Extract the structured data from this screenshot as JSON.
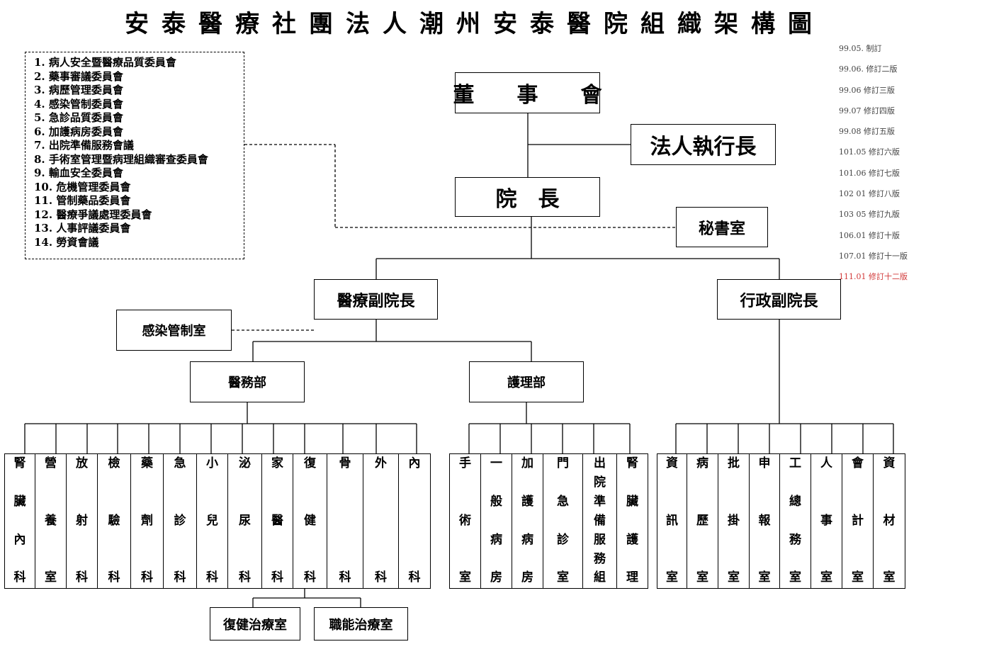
{
  "title": "安泰醫療社團法人潮州安泰醫院組織架構圖",
  "board": "董　　事　　會",
  "ceo": "法人執行長",
  "president": "院　長",
  "secretariat": "秘書室",
  "medical_vp": "醫療副院長",
  "admin_vp": "行政副院長",
  "infection_office": "感染管制室",
  "medical_dept": "醫務部",
  "nursing_dept": "護理部",
  "rehab_therapy": "復健治療室",
  "occupational_therapy": "職能治療室",
  "committees": [
    "1. 病人安全暨醫療品質委員會",
    "2. 藥事審議委員會",
    "3. 病歷管理委員會",
    "4. 感染管制委員會",
    "5. 急診品質委員會",
    "6. 加護病房委員會",
    "7. 出院準備服務會議",
    "8. 手術室管理暨病理組織審查委員會",
    "9. 輸血安全委員會",
    "10. 危機管理委員會",
    "11. 管制藥品委員會",
    "12. 醫療爭議處理委員會",
    "13. 人事評議委員會",
    "14. 勞資會議"
  ],
  "revisions": [
    "99.05. 制訂",
    "99.06. 修訂二版",
    "99.06 修訂三版",
    "99.07 修訂四版",
    "99.08 修訂五版",
    "101.05 修訂六版",
    "101.06 修訂七版",
    "102 01 修訂八版",
    "103 05 修訂九版",
    "106.01 修訂十版",
    "107.01 修訂十一版",
    "111.01 修訂十二版"
  ],
  "medical_units": [
    [
      "腎",
      "臟",
      "內",
      "科"
    ],
    [
      "營",
      "養",
      "室"
    ],
    [
      "放",
      "射",
      "科"
    ],
    [
      "檢",
      "驗",
      "科"
    ],
    [
      "藥",
      "劑",
      "科"
    ],
    [
      "急",
      "診",
      "科"
    ],
    [
      "小",
      "兒",
      "科"
    ],
    [
      "泌",
      "尿",
      "科"
    ],
    [
      "家",
      "醫",
      "科"
    ],
    [
      "復",
      "健",
      "科"
    ],
    [
      "骨",
      "科"
    ],
    [
      "外",
      "科"
    ],
    [
      "內",
      "科"
    ]
  ],
  "nursing_units": [
    [
      "手",
      "術",
      "室"
    ],
    [
      "一",
      "般",
      "病",
      "房"
    ],
    [
      "加",
      "護",
      "病",
      "房"
    ],
    [
      "門",
      "急",
      "診",
      "室"
    ],
    [
      "出",
      "院",
      "準",
      "備",
      "服",
      "務",
      "組"
    ],
    [
      "腎",
      "臟",
      "護",
      "理"
    ]
  ],
  "admin_units": [
    [
      "資",
      "訊",
      "室"
    ],
    [
      "病",
      "歷",
      "室"
    ],
    [
      "批",
      "掛",
      "室"
    ],
    [
      "申",
      "報",
      "室"
    ],
    [
      "工",
      "總",
      "務",
      "室"
    ],
    [
      "人",
      "事",
      "室"
    ],
    [
      "會",
      "計",
      "室"
    ],
    [
      "資",
      "材",
      "室"
    ]
  ],
  "colors": {
    "latest_revision": "#d23a3a",
    "revision_text": "#444444",
    "line": "#000000"
  }
}
